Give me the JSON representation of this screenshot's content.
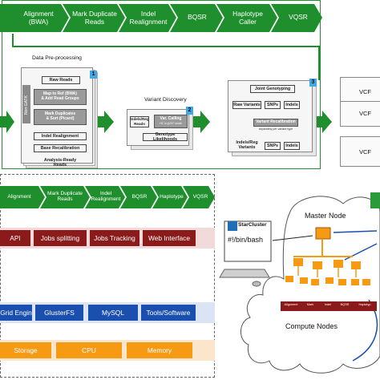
{
  "top_pipeline": [
    {
      "label": "Alignment\n(BWA)"
    },
    {
      "label": "Mark Duplicate\nReads"
    },
    {
      "label": "Indel\nRealignment"
    },
    {
      "label": "BQSR"
    },
    {
      "label": "Haplotype\nCaller"
    },
    {
      "label": "VQSR"
    }
  ],
  "preprocessing": {
    "title": "Data Pre-processing",
    "side_label": "Non-GATK",
    "badge": "1",
    "raw_reads": "Raw Reads",
    "map_ref": "Map to Ref (BWA)\n& Add Read Groups",
    "mark_dup": "Mark Duplicates\n& Sort (Picard)",
    "indel": "Indel Realignment",
    "base_recal": "Base Recalibration",
    "analysis_ready": "Analysis-Ready\nReads"
  },
  "variant_discovery": {
    "title": "Variant Discovery",
    "badge": "2",
    "reads": "Indels/Reg\nReads",
    "var_calling": "Var. Calling",
    "var_calling_sub": "HC in gVCF mode",
    "geno": "Genotype Likelihoods"
  },
  "genotyping": {
    "badge": "3",
    "joint": "Joint Genotyping",
    "raw_variants": "Raw Variants",
    "snps": "SNPs",
    "indels": "Indels",
    "recal": "Variant Recalibration",
    "recal_sub": "separately per variant type",
    "final_variants": "Indels/Reg\nVariants",
    "snps2": "SNPs",
    "indels2": "Indels"
  },
  "vcf": [
    "VCF",
    "VCF",
    "VCF"
  ],
  "vcf_dots": "· · ·",
  "bottom_pipeline": [
    "Alignment",
    "Mark Duplicate\nReads",
    "Indel\nRealignment",
    "BQSR",
    "Haplotype",
    "VQSR"
  ],
  "app_layer": [
    "API",
    "Jobs splitting",
    "Jobs Tracking",
    "Web Interface"
  ],
  "infra_layer": [
    "Grid Engin",
    "GlusterFS",
    "MySQL",
    "Tools/Software"
  ],
  "hw_layer": [
    "Storage",
    "CPU",
    "Memory"
  ],
  "cluster": {
    "starcluster": "StarCluster",
    "shell": "#!/bin/bash",
    "master": "Master Node",
    "compute": "Compute Nodes",
    "mini": [
      "Alignment",
      "Mark",
      "Indel",
      "BQSR",
      "Haplotyp"
    ]
  },
  "colors": {
    "green": "#1f8f2e",
    "dark_red": "#8b1a1a",
    "blue": "#1a4fb0",
    "orange": "#f59a12"
  }
}
